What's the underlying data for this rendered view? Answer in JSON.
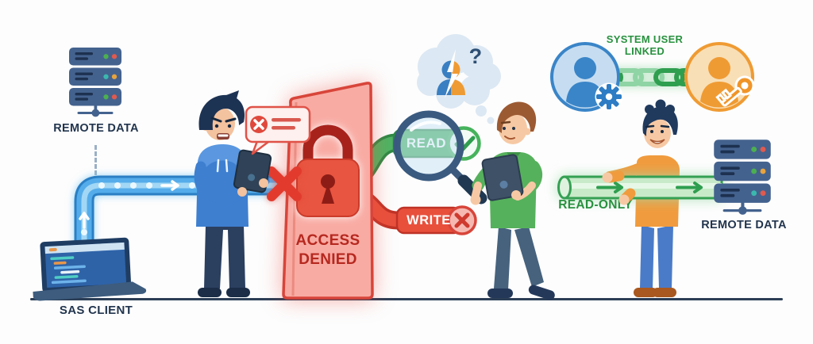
{
  "title": "SAS client access denied; linked system user gets read-only remote data",
  "labels": {
    "remote_data_left": "REMOTE DATA",
    "sas_client": "SAS CLIENT",
    "access_denied": "ACCESS DENIED",
    "read": "READ",
    "write": "WRITE",
    "system_user_linked": "SYSTEM USER LINKED",
    "read_only": "READ-ONLY",
    "remote_data_right": "REMOTE DATA",
    "question_mark": "?"
  },
  "icons": {
    "server_icon": "stacked-database-servers",
    "laptop_icon": "laptop-with-code",
    "padlock_icon": "red-padlock",
    "blocked_x_icon": "✕",
    "error_bubble_x_icon": "✕",
    "magnifier_icon": "magnifying-glass",
    "check_icon": "✓",
    "cross_icon": "✕",
    "thought_cloud_icon": "identity-mismatch-cloud",
    "gear_icon": "⚙",
    "key_icon": "key",
    "chain_icon": "chain-links"
  },
  "colors": {
    "pipe_blue": "#54acea",
    "deny_red": "#e0392b",
    "door_pink": "#f8aba3",
    "success_green": "#3fae58",
    "label_green": "#28913f",
    "accent_orange": "#ef9b33",
    "avatar_blue": "#3a85c8",
    "text_navy": "#22354e"
  }
}
